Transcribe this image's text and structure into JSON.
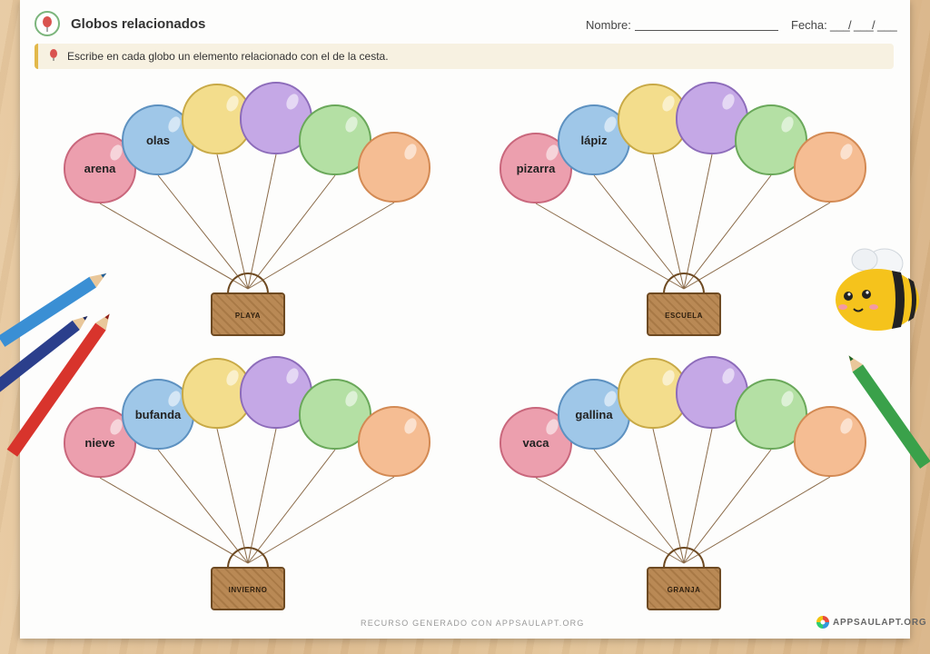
{
  "header": {
    "title": "Globos relacionados",
    "name_label": "Nombre:",
    "date_label": "Fecha:",
    "date_sep": "/"
  },
  "instruction": "Escribe en cada globo un elemento relacionado con el de la cesta.",
  "clusters": [
    {
      "basket": "PLAYA",
      "words": [
        "arena",
        "olas",
        "",
        "",
        "",
        ""
      ]
    },
    {
      "basket": "ESCUELA",
      "words": [
        "pizarra",
        "lápiz",
        "",
        "",
        "",
        ""
      ]
    },
    {
      "basket": "INVIERNO",
      "words": [
        "nieve",
        "bufanda",
        "",
        "",
        "",
        ""
      ]
    },
    {
      "basket": "GRANJA",
      "words": [
        "vaca",
        "gallina",
        "",
        "",
        "",
        ""
      ]
    }
  ],
  "balloon_colors": [
    "#ec9fae",
    "#9fc7e8",
    "#f3dd8c",
    "#c5a8e6",
    "#b4e0a4",
    "#f5bd93"
  ],
  "balloon_borders": [
    "#c9677c",
    "#5d91c0",
    "#c8a946",
    "#8d6cba",
    "#6aa85a",
    "#d38a54"
  ],
  "footer": {
    "credit": "RECURSO GENERADO CON APPSAULAPT.ORG",
    "logo": "APPSAULAPT.ORG"
  },
  "icons": [
    "balloon-pin-icon",
    "bee-figure",
    "pencil-blue",
    "pencil-navy",
    "pencil-red",
    "pencil-green",
    "appsaulapt-logo-icon"
  ]
}
